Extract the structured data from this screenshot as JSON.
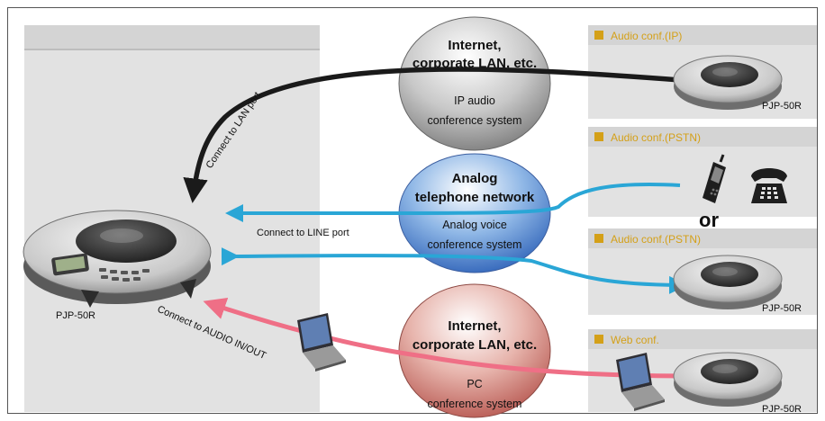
{
  "clouds": {
    "top": {
      "title_line1": "Internet,",
      "title_line2": "corporate LAN, etc.",
      "sub_line1": "IP audio",
      "sub_line2": "conference system"
    },
    "middle": {
      "title_line1": "Analog",
      "title_line2": "telephone network",
      "sub_line1": "Analog voice",
      "sub_line2": "conference system"
    },
    "bottom": {
      "title_line1": "Internet,",
      "title_line2": "corporate LAN, etc.",
      "sub_line1": "PC",
      "sub_line2": "conference system"
    }
  },
  "local_device": {
    "label": "PJP-50R"
  },
  "connections": {
    "lan": "Connect to LAN port",
    "line": "Connect to LINE port",
    "audio": "Connect to AUDIO IN/OUT"
  },
  "panels": [
    {
      "title": "Audio conf.(IP)",
      "device_label": "PJP-50R"
    },
    {
      "title": "Audio conf.(PSTN)",
      "or_text": "or"
    },
    {
      "title": "Audio conf.(PSTN)",
      "device_label": "PJP-50R"
    },
    {
      "title": "Web conf.",
      "device_label": "PJP-50R"
    }
  ],
  "colors": {
    "panel_title": "#d4a018",
    "black_arrow": "#1a1a1a",
    "blue_arrow": "#2aa6d6",
    "red_arrow": "#ef6f86"
  }
}
